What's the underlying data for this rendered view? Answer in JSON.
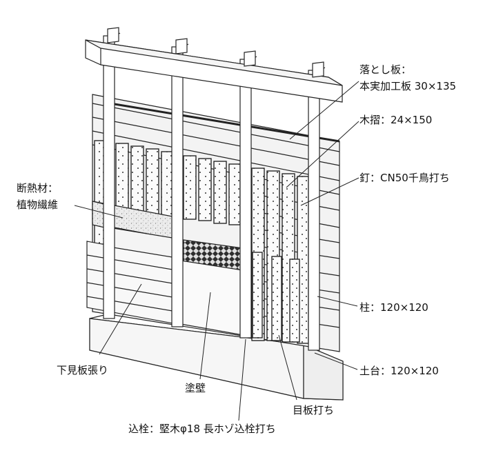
{
  "labels": {
    "otoshiita_1": "落とし板：",
    "otoshiita_2": "本実加工板 30×135",
    "kizuri": "木摺：24×150",
    "kugi": "釘：CN50千鳥打ち",
    "dannetsu_1": "断熱材：",
    "dannetsu_2": "植物繊維",
    "hashira": "柱：120×120",
    "dodai": "土台：120×120",
    "shitamiita": "下見板張り",
    "nurikabe": "塗壁",
    "meita": "目板打ち",
    "komisen": "込栓：堅木φ18 長ホゾ込栓打ち"
  },
  "colors": {
    "line": "#222222",
    "board": "#f2f2f2",
    "insulation": "#e9e9e9",
    "mesh": "#333333",
    "wall": "#fafafa"
  }
}
